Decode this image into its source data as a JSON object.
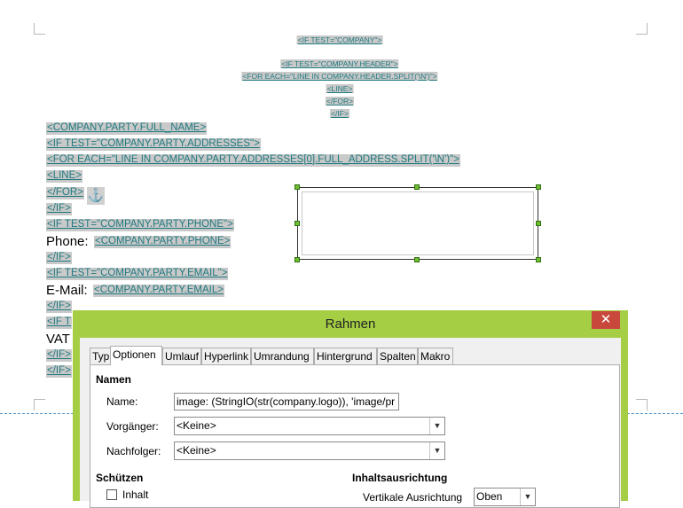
{
  "document": {
    "centered_fields": [
      "<IF TEST=\"COMPANY\">",
      "<IF TEST=\"COMPANY.HEADER\">",
      "<FOR EACH=\"LINE IN COMPANY.HEADER.SPLIT('\\N')\">",
      "<LINE>",
      "</FOR>",
      "</IF>"
    ],
    "left_fields": [
      "<COMPANY.PARTY.FULL_NAME>",
      "<IF TEST=\"COMPANY.PARTY.ADDRESSES\">",
      "<FOR EACH=\"LINE IN COMPANY.PARTY.ADDRESSES[0].FULL_ADDRESS.SPLIT('\\N')\">",
      "<LINE>",
      "</FOR>",
      "</IF>",
      "<IF TEST=\"COMPANY.PARTY.PHONE\">",
      "<COMPANY.PARTY.PHONE>",
      "</IF>",
      "<IF TEST=\"COMPANY.PARTY.EMAIL\">",
      "<COMPANY.PARTY.EMAIL>",
      "</IF>",
      "<IF T",
      "</IF>",
      "</IF>"
    ],
    "phone_label": "Phone:",
    "email_label": "E-Mail:",
    "vat_label": "VAT",
    "anchor_icon": "anchor-icon"
  },
  "dialog": {
    "title": "Rahmen",
    "close_label": "✕",
    "tabs": [
      "Typ",
      "Optionen",
      "Umlauf",
      "Hyperlink",
      "Umrandung",
      "Hintergrund",
      "Spalten",
      "Makro"
    ],
    "active_tab": "Optionen",
    "names_section": "Namen",
    "name_label": "Name:",
    "name_value": "image: (StringIO(str(company.logo)), 'image/pr",
    "prev_label": "Vorgänger:",
    "prev_value": "<Keine>",
    "next_label": "Nachfolger:",
    "next_value": "<Keine>",
    "protect_section": "Schützen",
    "content_check_label": "Inhalt",
    "alignment_section": "Inhaltsausrichtung",
    "vertical_alignment_label": "Vertikale Ausrichtung",
    "vertical_alignment_value": "Oben",
    "colors": {
      "title_bar": "#a5ce45",
      "close": "#c9483c",
      "field_bg": "#c9c9c9",
      "field_text": "#1f7a80"
    }
  }
}
